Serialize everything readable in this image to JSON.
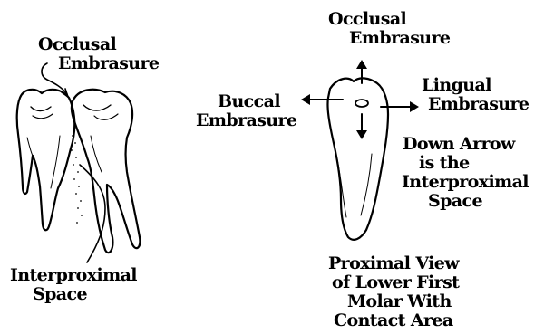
{
  "left_view": {
    "occlusal_embrasure": [
      "Occlusal",
      "Embrasure"
    ],
    "interproximal_space": [
      "Interproximal",
      "Space"
    ]
  },
  "right_view": {
    "occlusal_embrasure": [
      "Occlusal",
      "Embrasure"
    ],
    "buccal_embrasure": [
      "Buccal",
      "Embrasure"
    ],
    "lingual_embrasure": [
      "Lingual",
      "Embrasure"
    ],
    "down_arrow_note": [
      "Down Arrow",
      "is the",
      "Interproximal",
      "Space"
    ],
    "caption": [
      "Proximal View",
      "of Lower First",
      "Molar With",
      "Contact Area"
    ]
  }
}
